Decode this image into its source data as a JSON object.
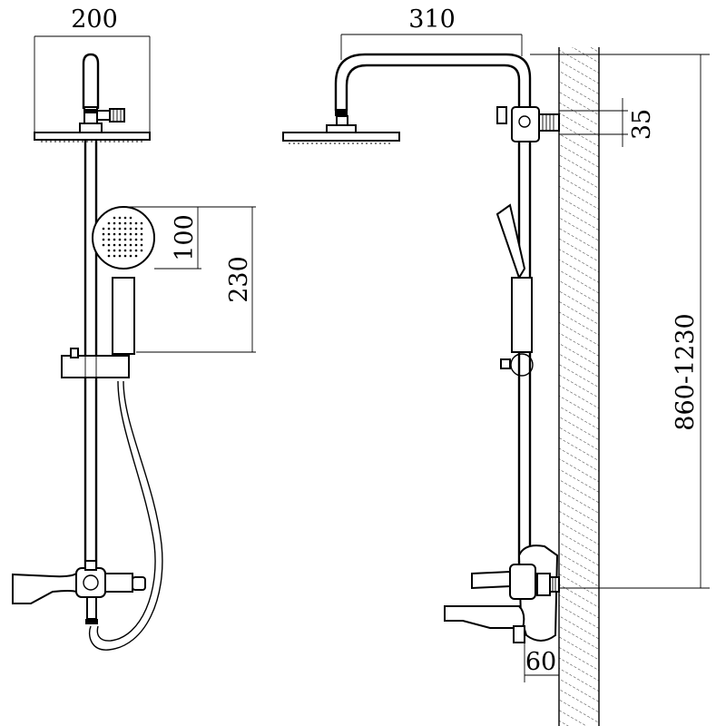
{
  "dimensions": {
    "head_width": "200",
    "arm_reach": "310",
    "hand_shower_head": "100",
    "hand_shower_total": "230",
    "wall_offset": "35",
    "bar_height": "860-1230",
    "mixer_offset": "60"
  },
  "colors": {
    "line": "#000000",
    "background": "#ffffff"
  }
}
